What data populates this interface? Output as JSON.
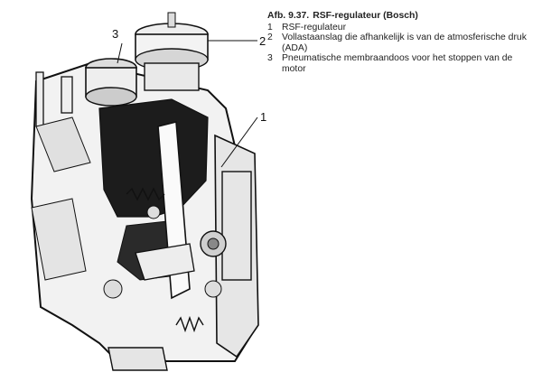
{
  "caption": {
    "figure_number": "Afb. 9.37.",
    "title": "RSF-regulateur (Bosch)",
    "items": [
      {
        "num": "1",
        "text": "RSF-regulateur"
      },
      {
        "num": "2",
        "text": "Vollastaanslag die afhankelijk is van de atmosferische druk (ADA)"
      },
      {
        "num": "3",
        "text": "Pneumatische membraandoos voor het stoppen van de motor"
      }
    ]
  },
  "callouts": [
    "1",
    "2",
    "3"
  ]
}
